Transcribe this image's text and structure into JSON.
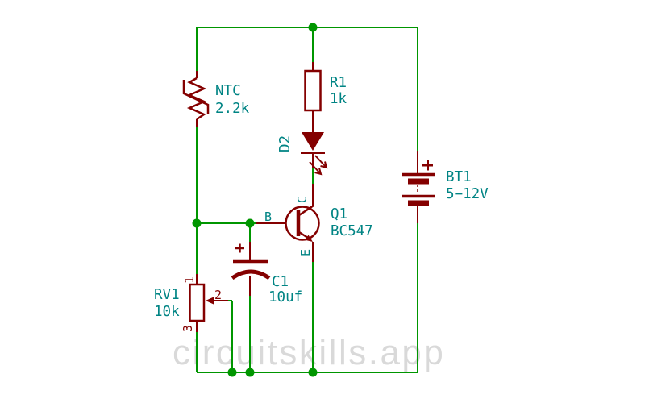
{
  "watermark": "circuitskills.app",
  "colors": {
    "wire_green": "#009600",
    "symbol_dark_red": "#840000",
    "label_teal": "#008484",
    "watermark_gray": "#d9d9d9",
    "background": "#ffffff"
  },
  "components": {
    "ntc": {
      "ref": "NTC",
      "value": "2.2k"
    },
    "r1": {
      "ref": "R1",
      "value": "1k"
    },
    "d2": {
      "ref": "D2"
    },
    "q1": {
      "ref": "Q1",
      "value": "BC547",
      "pins": {
        "b": "B",
        "c": "C",
        "e": "E"
      }
    },
    "bt1": {
      "ref": "BT1",
      "value": "5−12V"
    },
    "c1": {
      "ref": "C1",
      "value": "10uf"
    },
    "rv1": {
      "ref": "RV1",
      "value": "10k",
      "pins": {
        "p1": "1",
        "p2": "2",
        "p3": "3"
      }
    }
  }
}
